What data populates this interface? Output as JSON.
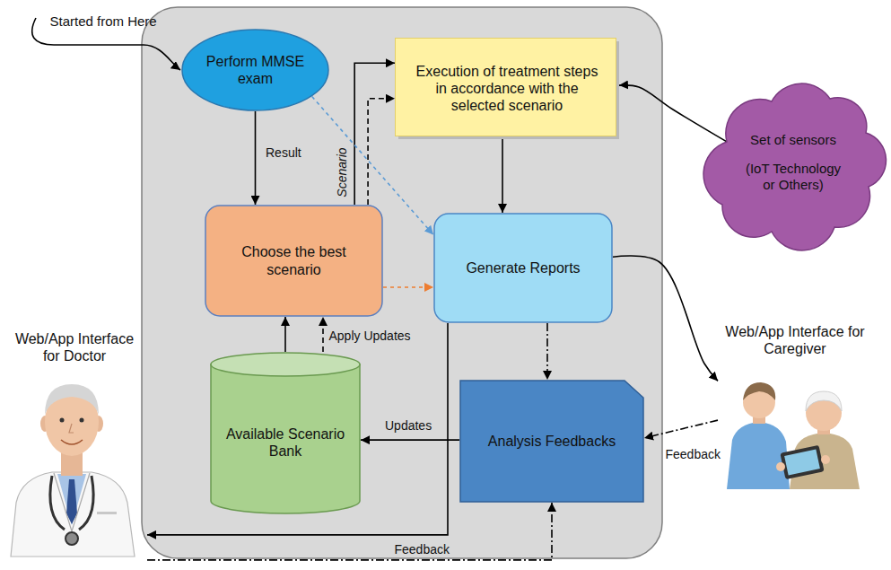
{
  "diagram": {
    "nodes": [
      {
        "text": [
          "Perform MMSE exam"
        ]
      },
      {
        "text": [
          "Execution of treatment steps in accordance with the selected scenario"
        ]
      },
      {
        "text": [
          "Set of sensors",
          "(IoT Technology or Others)"
        ]
      },
      {
        "text": [
          "Choose the best scenario"
        ]
      },
      {
        "text": [
          "Generate Reports"
        ]
      },
      {
        "text": [
          "Available Scenario Bank"
        ]
      },
      {
        "text": [
          "Analysis Feedbacks"
        ]
      },
      {
        "text": [
          "Web/App Interface for Doctor"
        ]
      },
      {
        "text": [
          "Web/App Interface for Caregiver"
        ]
      }
    ],
    "edges": [
      {
        "from": 0,
        "to": 3,
        "label": "Result",
        "arrow": "to"
      },
      {
        "from": 3,
        "to": 1,
        "label": "Scenario",
        "arrow": "to"
      },
      {
        "from": 3,
        "to": 1,
        "arrow": "to"
      },
      {
        "from": 0,
        "to": 4,
        "arrow": "to"
      },
      {
        "from": 3,
        "to": 4,
        "arrow": "to"
      },
      {
        "from": 1,
        "to": 4,
        "arrow": "to"
      },
      {
        "from": 2,
        "to": 1,
        "arrow": "to"
      },
      {
        "from": 5,
        "to": 3,
        "arrow": "to"
      },
      {
        "from": 5,
        "to": 3,
        "label": "Apply Updates",
        "arrow": "to"
      },
      {
        "from": 4,
        "to": 6,
        "arrow": "to"
      },
      {
        "from": 4,
        "to": 8,
        "arrow": "to"
      },
      {
        "from": 4,
        "to": 7,
        "arrow": "to"
      },
      {
        "from": 6,
        "to": 5,
        "label": "Updates",
        "arrow": "to"
      },
      {
        "from": 8,
        "to": 6,
        "label": "Feedback",
        "arrow": "to"
      },
      {
        "from": 7,
        "to": 6,
        "label": "Feedback",
        "arrow": "to"
      }
    ],
    "labels": [
      "Started from Here"
    ]
  }
}
